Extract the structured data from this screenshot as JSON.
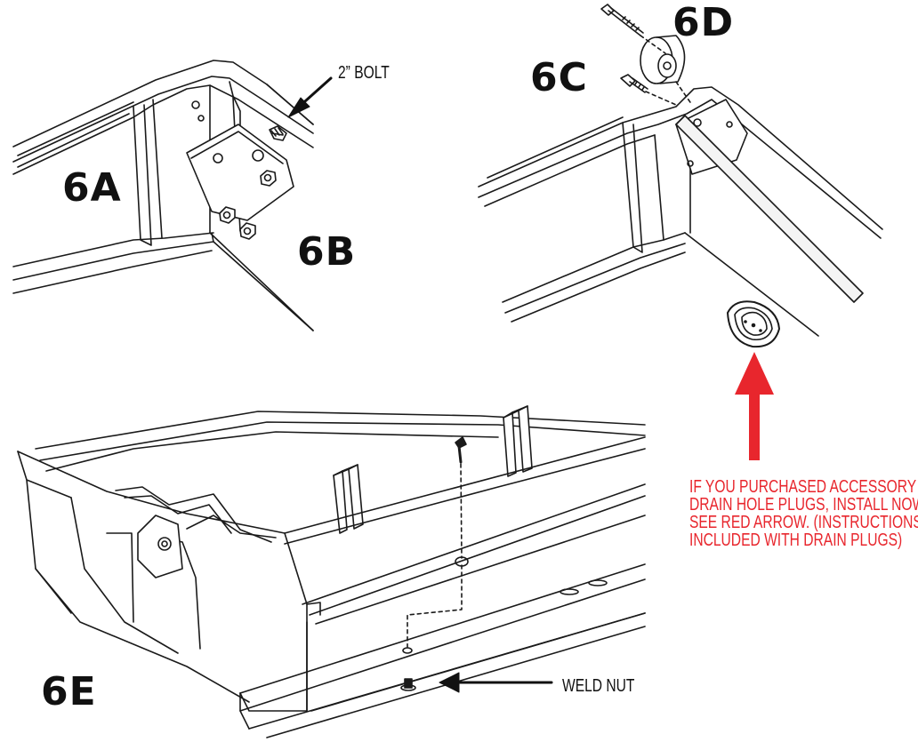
{
  "labels": {
    "step_6a": "6A",
    "step_6b": "6B",
    "step_6c": "6C",
    "step_6d": "6D",
    "step_6e": "6E",
    "bolt": "2” BOLT",
    "weld_nut": "WELD NUT"
  },
  "note": {
    "lines": [
      "IF YOU PURCHASED ACCESSORY",
      "DRAIN HOLE PLUGS, INSTALL NOW.",
      "SEE RED ARROW. (INSTRUCTIONS ARE",
      "INCLUDED WITH DRAIN PLUGS)"
    ]
  },
  "colors": {
    "line": "#1a1a1a",
    "callout_arrow": "#111111",
    "note_text": "#e8262d",
    "note_arrow": "#e8262d"
  }
}
